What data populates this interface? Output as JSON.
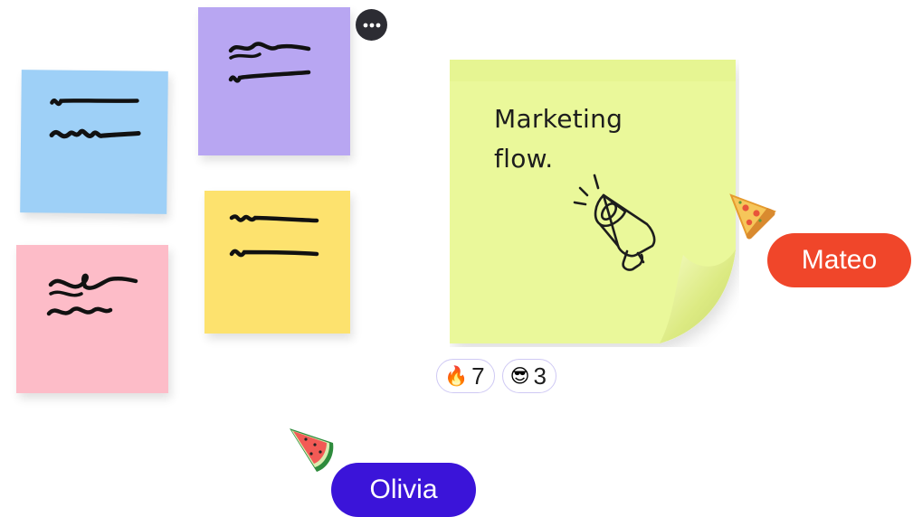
{
  "big_note": {
    "title_line1": "Marketing",
    "title_line2": "flow.",
    "icon": "megaphone-icon",
    "color": "#eaf89a"
  },
  "notes": [
    {
      "name": "blue",
      "color": "#9ed0f7",
      "content": "scribble"
    },
    {
      "name": "purple",
      "color": "#b8a6f2",
      "content": "scribble"
    },
    {
      "name": "yellow",
      "color": "#fde26e",
      "content": "scribble"
    },
    {
      "name": "pink",
      "color": "#fdbcc8",
      "content": "scribble"
    }
  ],
  "comment_button": {
    "icon": "more-dots-icon"
  },
  "reactions": [
    {
      "emoji": "🔥",
      "icon": "fire-emoji-icon",
      "count": "7"
    },
    {
      "emoji": "😎",
      "icon": "sunglasses-emoji-icon",
      "count": "3"
    }
  ],
  "collaborators": [
    {
      "name": "Mateo",
      "color": "#f0462a",
      "cursor_icon": "pizza-icon"
    },
    {
      "name": "Olivia",
      "color": "#3b14d9",
      "cursor_icon": "watermelon-icon"
    }
  ]
}
